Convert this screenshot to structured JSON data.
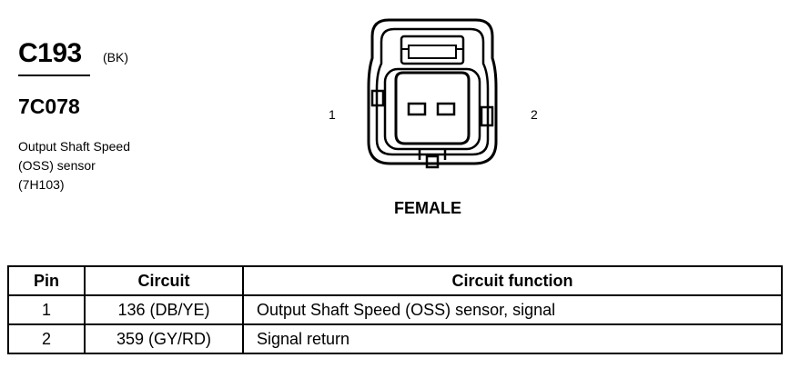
{
  "connector": {
    "id": "C193",
    "color_code": "(BK)",
    "part_number": "7C078",
    "description_lines": [
      "Output Shaft Speed",
      "(OSS) sensor",
      "(7H103)"
    ],
    "pin_left_label": "1",
    "pin_right_label": "2",
    "gender": "FEMALE"
  },
  "table": {
    "headers": {
      "pin": "Pin",
      "circuit": "Circuit",
      "function": "Circuit function"
    },
    "rows": [
      {
        "pin": "1",
        "circuit": "136 (DB/YE)",
        "function": "Output Shaft Speed (OSS) sensor, signal"
      },
      {
        "pin": "2",
        "circuit": "359 (GY/RD)",
        "function": "Signal return"
      }
    ]
  }
}
